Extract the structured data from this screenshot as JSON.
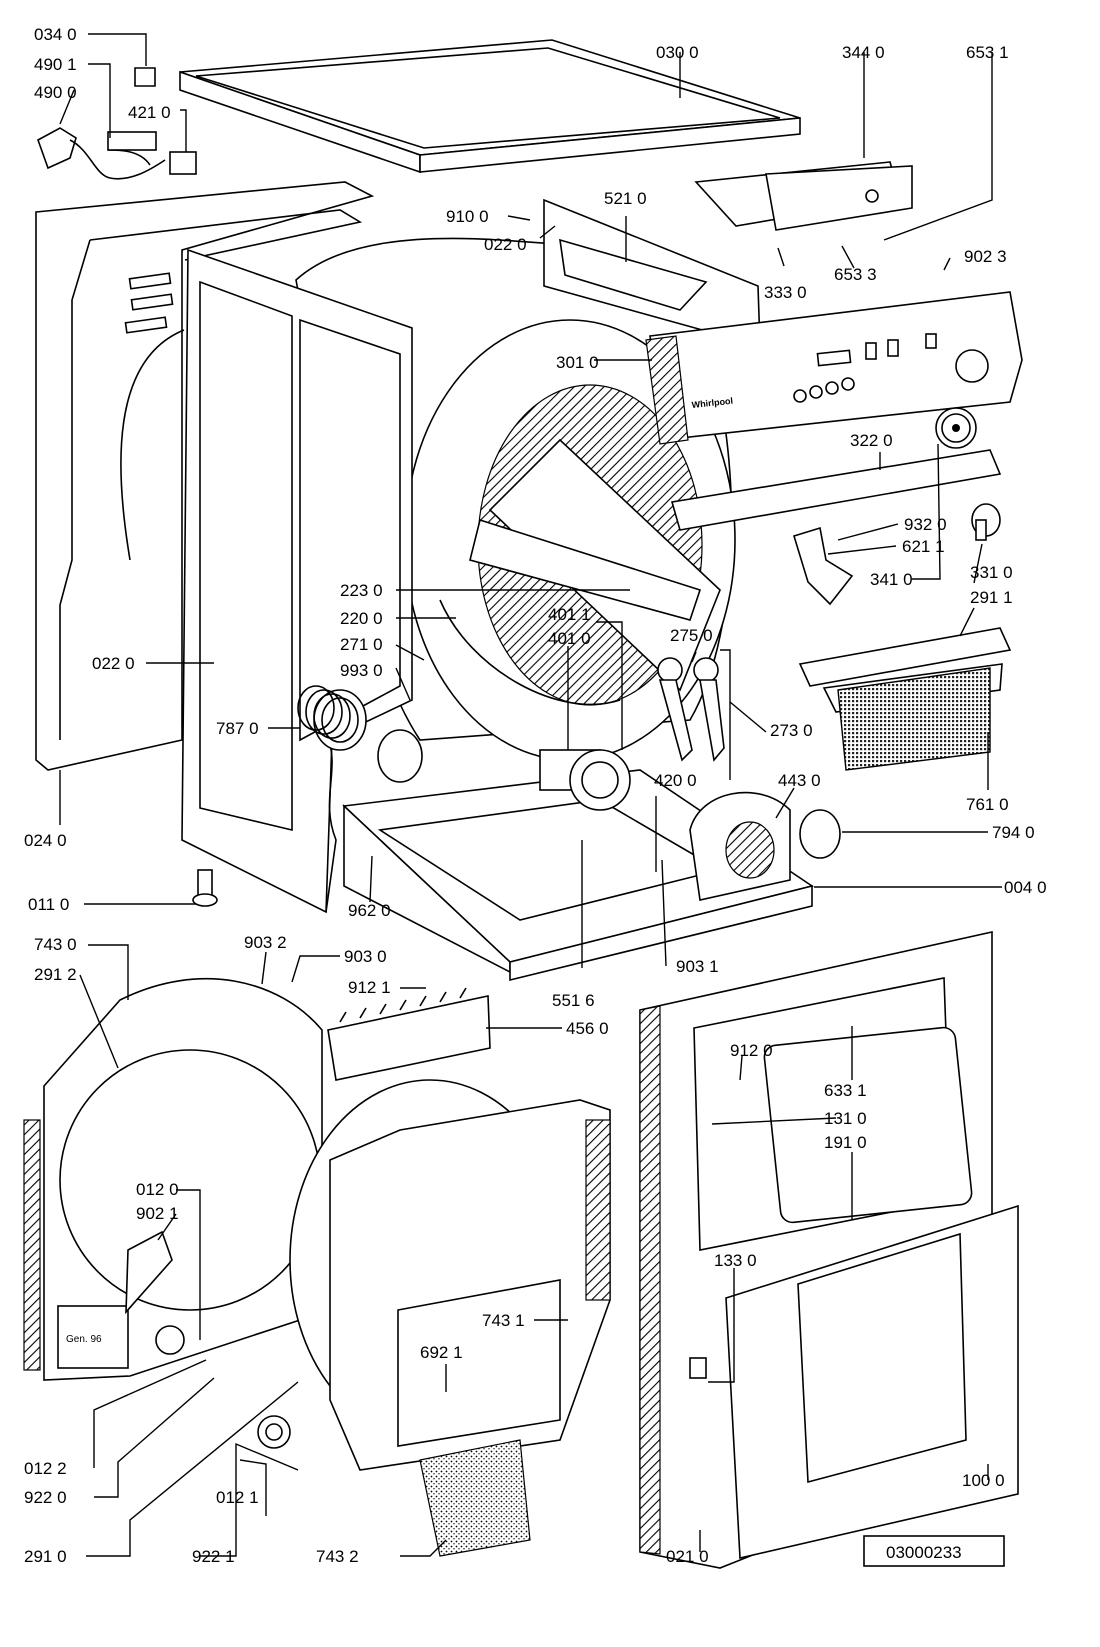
{
  "drawing_number": "03000233",
  "brand_mark": "Whirlpool",
  "plate_mark": "Gen. 96",
  "labels": {
    "l0340": "034 0",
    "l4901": "490 1",
    "l4900": "490 0",
    "l4210": "421 0",
    "l0300": "030 0",
    "l3440": "344 0",
    "l6531": "653 1",
    "l9100": "910 0",
    "l0220a": "022 0",
    "l5210": "521 0",
    "l3330": "333 0",
    "l6533": "653 3",
    "l9023": "902 3",
    "l3010": "301 0",
    "l3220": "322 0",
    "l9320": "932 0",
    "l6211": "621 1",
    "l3410": "341 0",
    "l3310": "331 0",
    "l2911": "291 1",
    "l2230": "223 0",
    "l2200": "220 0",
    "l2710": "271 0",
    "l9930": "993 0",
    "l4011": "401 1",
    "l4010": "401 0",
    "l2750": "275 0",
    "l2730": "273 0",
    "l0220b": "022 0",
    "l7870": "787 0",
    "l4200": "420 0",
    "l4430": "443 0",
    "l7610": "761 0",
    "l7940": "794 0",
    "l0240": "024 0",
    "l0040": "004 0",
    "l0110": "011 0",
    "l9620": "962 0",
    "l9031": "903 1",
    "l7430": "743 0",
    "l9032": "903 2",
    "l9030": "903 0",
    "l2912": "291 2",
    "l9121": "912 1",
    "l5516": "551 6",
    "l4560": "456 0",
    "l9120": "912 0",
    "l6331": "633 1",
    "l1310": "131 0",
    "l1910": "191 0",
    "l0120": "012 0",
    "l9021": "902 1",
    "l1330": "133 0",
    "l7431": "743 1",
    "l6921": "692 1",
    "l0122": "012 2",
    "l9220": "922 0",
    "l0121": "012 1",
    "l2910": "291 0",
    "l9221": "922 1",
    "l7432": "743 2",
    "l0210": "021 0",
    "l1000": "100 0"
  }
}
